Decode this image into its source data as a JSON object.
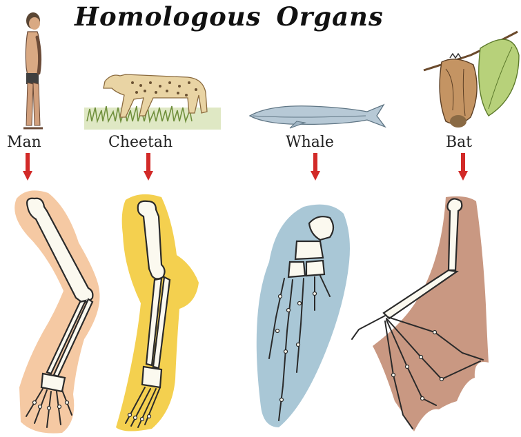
{
  "title": {
    "word1": "Homologous",
    "word2": "Organs"
  },
  "organisms": [
    {
      "label": "Man",
      "limb_color": "#f5c9a3"
    },
    {
      "label": "Cheetah",
      "limb_color": "#f4d04f"
    },
    {
      "label": "Whale",
      "limb_color": "#a9c7d6"
    },
    {
      "label": "Bat",
      "limb_color": "#c99882"
    }
  ],
  "arrow_color": "#d22a28"
}
